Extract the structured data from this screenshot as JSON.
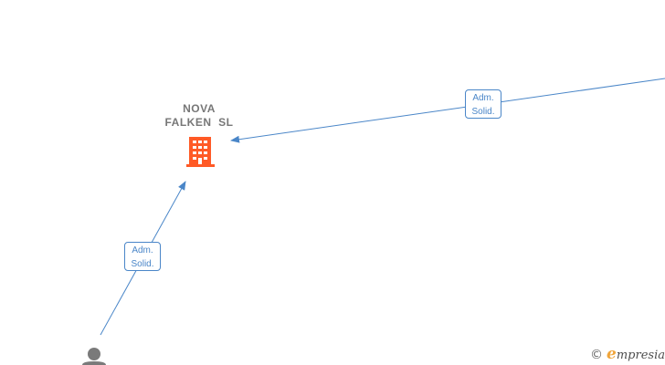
{
  "company": {
    "name_line1": "NOVA",
    "name_line2": "FALKEN  SL",
    "icon": "building-icon",
    "color": "#ff5a26"
  },
  "edges": [
    {
      "label_line1": "Adm.",
      "label_line2": "Solid."
    },
    {
      "label_line1": "Adm.",
      "label_line2": "Solid."
    }
  ],
  "person": {
    "icon": "person-icon",
    "color": "#7a7a7a"
  },
  "colors": {
    "edge": "#4a86c8"
  },
  "brand": {
    "copyright": "©",
    "initial": "e",
    "rest": "mpresia"
  }
}
